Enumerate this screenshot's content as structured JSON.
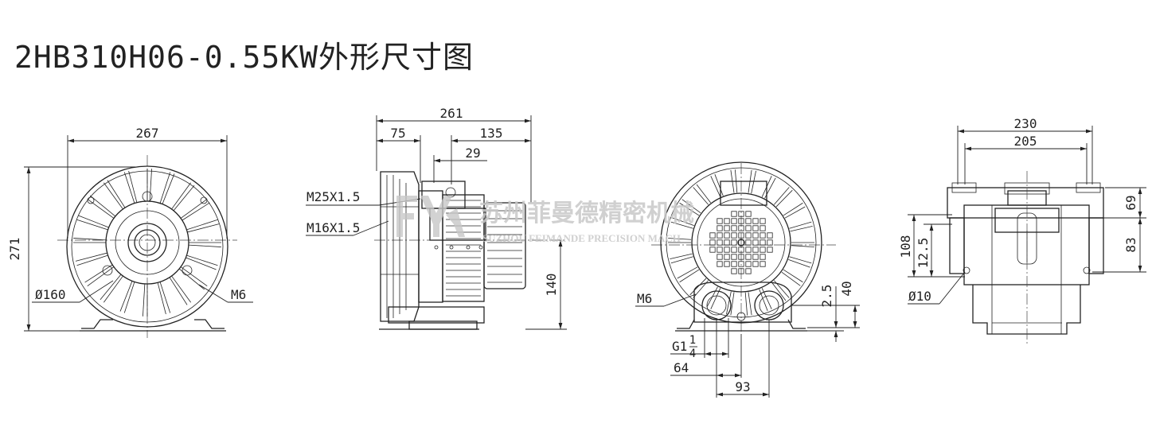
{
  "title": "2HB310H06-0.55KW外形尺寸图",
  "watermark": {
    "chinese": "苏州菲曼德精密机械",
    "english": "SUZHOU FEIMANDE PRECISION MACH"
  },
  "front_view": {
    "width": "267",
    "height": "271",
    "diameter": "Ø160",
    "thread": "M6"
  },
  "side_view": {
    "total_length": "261",
    "flange_length": "75",
    "motor_length": "135",
    "box_offset": "29",
    "cable_gland_large": "M25X1.5",
    "cable_gland_small": "M16X1.5",
    "center_height": "140"
  },
  "rear_view": {
    "thread": "M6",
    "port_thread": "G1",
    "port_fraction_num": "1",
    "port_fraction_den": "4",
    "port_offset": "64",
    "port_spacing": "93",
    "foot_thickness": "2.5",
    "port_height": "40"
  },
  "top_view": {
    "overall_width": "230",
    "mount_width": "205",
    "upper_height": "69",
    "lower_height": "83",
    "mount_height": "108",
    "mount_step": "12.5",
    "hole_diameter": "Ø10"
  }
}
